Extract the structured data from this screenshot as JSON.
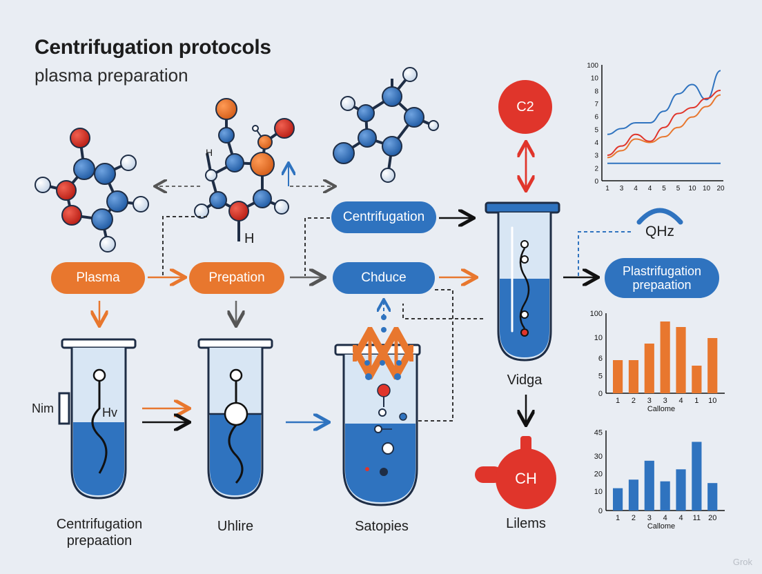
{
  "header": {
    "title": "Centrifugation protocols",
    "subtitle": "plasma preparation"
  },
  "pills": {
    "plasma": "Plasma",
    "prepation": "Prepation",
    "centrifugation": "Centrifugation",
    "chduce": "Chduce",
    "plastrifugation_line1": "Plastrifugation",
    "plastrifugation_line2": "prepaation"
  },
  "circles": {
    "c2": "C2",
    "ch": "CH",
    "qhz": "QHz"
  },
  "tube_labels": {
    "tube1": "Centrifugation\nprepaation",
    "tube2": "Uhlire",
    "tube3": "Satopies",
    "tube4": "Vidga",
    "tube5": "Lilems"
  },
  "annotations": {
    "nim": "Nim",
    "hv": "Hv",
    "h_atom": "H",
    "h_small": "H"
  },
  "colors": {
    "blue": "#2f73bf",
    "orange": "#e8772e",
    "red": "#e0352b",
    "background": "#e9edf3"
  },
  "watermark": "Grok",
  "chart_data": [
    {
      "type": "line",
      "x_ticks": [
        "1",
        "3",
        "4",
        "4",
        "5",
        "5",
        "10",
        "10",
        "20"
      ],
      "y_ticks": [
        "0",
        "2",
        "3",
        "4",
        "5",
        "6",
        "7",
        "8",
        "10",
        "100"
      ],
      "series": [
        {
          "color": "#2f73bf",
          "values": [
            4.0,
            4.5,
            5.0,
            5.0,
            6.0,
            7.5,
            8.3,
            7.0,
            9.5
          ]
        },
        {
          "color": "#e0352b",
          "values": [
            2.2,
            3.0,
            4.0,
            3.4,
            4.6,
            5.8,
            6.3,
            7.1,
            7.8
          ]
        },
        {
          "color": "#e8772e",
          "values": [
            2.0,
            2.6,
            3.6,
            3.3,
            3.8,
            4.6,
            5.5,
            6.4,
            7.4
          ]
        },
        {
          "color": "#2f73bf",
          "values": [
            1.5,
            1.5,
            1.5,
            1.5,
            1.5,
            1.5,
            1.5,
            1.5,
            1.5
          ]
        }
      ]
    },
    {
      "type": "bar",
      "categories": [
        "1",
        "2",
        "3",
        "3",
        "4",
        "1",
        "10"
      ],
      "values": [
        6,
        6,
        9,
        13,
        12,
        5,
        10
      ],
      "y_ticks": [
        "0",
        "5",
        "6",
        "10",
        "100"
      ],
      "ylim": [
        0,
        14
      ],
      "xlabel": "Callome",
      "color": "#e8772e"
    },
    {
      "type": "bar",
      "categories": [
        "1",
        "2",
        "3",
        "4",
        "4",
        "11",
        "20"
      ],
      "values": [
        13,
        18,
        29,
        17,
        24,
        40,
        16
      ],
      "y_ticks": [
        "0",
        "10",
        "20",
        "30",
        "45"
      ],
      "ylim": [
        0,
        45
      ],
      "xlabel": "Callome",
      "color": "#2f73bf"
    }
  ]
}
